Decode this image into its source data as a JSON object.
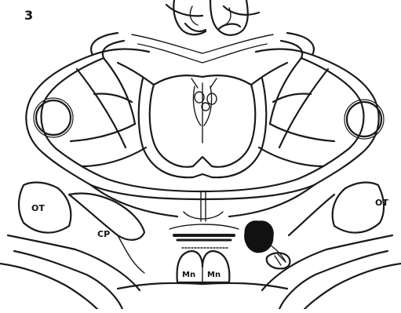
{
  "figure": {
    "number": "3"
  },
  "labels": {
    "ot_left": "OT",
    "ot_right": "OT",
    "cp": "CP",
    "mn_left": "Mn",
    "mn_right": "Mn"
  },
  "colors": {
    "ink": "#1a1a1a",
    "paper": "#ffffff",
    "fill": "#111111"
  }
}
